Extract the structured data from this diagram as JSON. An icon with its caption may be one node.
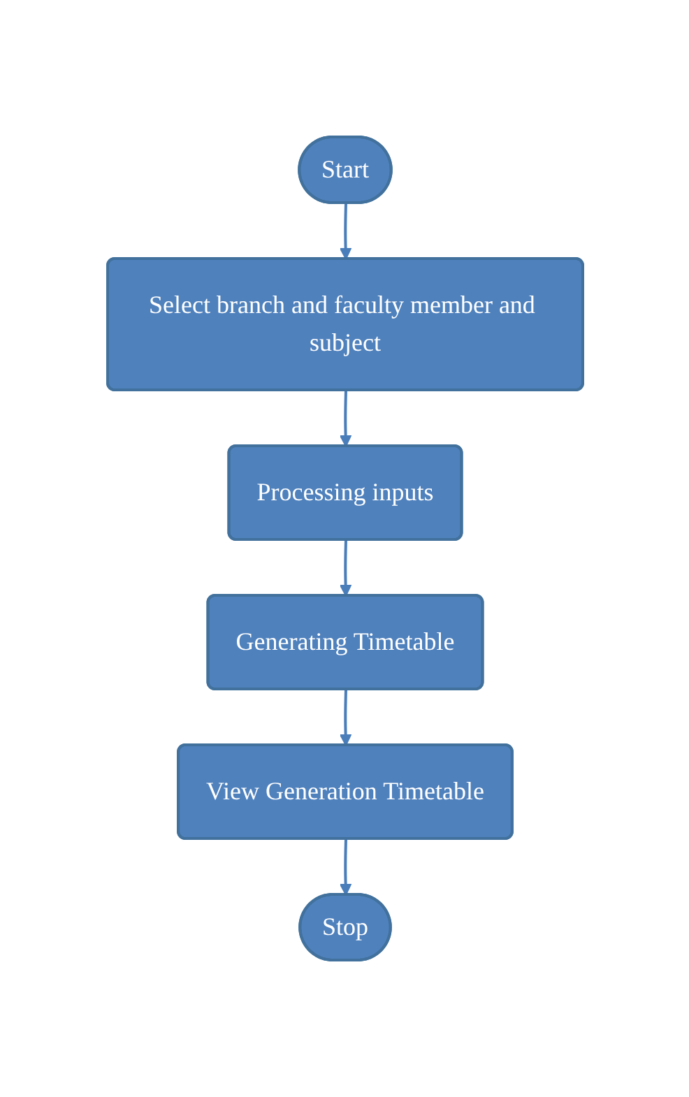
{
  "diagram": {
    "nodes": [
      {
        "text": [
          "Start"
        ]
      },
      {
        "text": [
          "Select branch and faculty member and subject"
        ]
      },
      {
        "text": [
          "Processing inputs"
        ]
      },
      {
        "text": [
          "Generating Timetable"
        ]
      },
      {
        "text": [
          "View Generation Timetable"
        ]
      },
      {
        "text": [
          "Stop"
        ]
      }
    ],
    "edges": [
      {
        "from": 0,
        "to": 1,
        "arrow": "to"
      },
      {
        "from": 1,
        "to": 2,
        "arrow": "to"
      },
      {
        "from": 2,
        "to": 3,
        "arrow": "to"
      },
      {
        "from": 3,
        "to": 4,
        "arrow": "to"
      },
      {
        "from": 4,
        "to": 5,
        "arrow": "to"
      }
    ]
  }
}
